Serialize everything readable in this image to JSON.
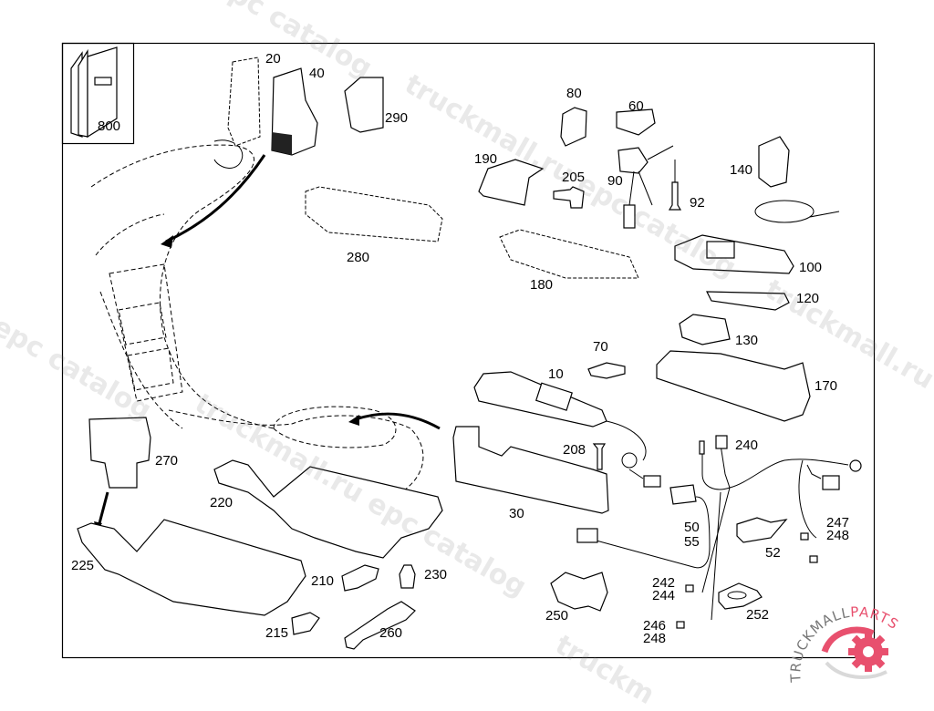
{
  "diagram": {
    "type": "exploded parts diagram",
    "subject": "Telephone / mobile phone installation components, center console",
    "inset": {
      "label": "800",
      "icon": "manual-book-icon"
    },
    "labels": [
      {
        "id": "20",
        "text": "20"
      },
      {
        "id": "40",
        "text": "40"
      },
      {
        "id": "290",
        "text": "290"
      },
      {
        "id": "280",
        "text": "280"
      },
      {
        "id": "80",
        "text": "80"
      },
      {
        "id": "60",
        "text": "60"
      },
      {
        "id": "190",
        "text": "190"
      },
      {
        "id": "205",
        "text": "205"
      },
      {
        "id": "90",
        "text": "90"
      },
      {
        "id": "92",
        "text": "92"
      },
      {
        "id": "140",
        "text": "140"
      },
      {
        "id": "180",
        "text": "180"
      },
      {
        "id": "100",
        "text": "100"
      },
      {
        "id": "120",
        "text": "120"
      },
      {
        "id": "130",
        "text": "130"
      },
      {
        "id": "70",
        "text": "70"
      },
      {
        "id": "10",
        "text": "10"
      },
      {
        "id": "170",
        "text": "170"
      },
      {
        "id": "208",
        "text": "208"
      },
      {
        "id": "240",
        "text": "240"
      },
      {
        "id": "30",
        "text": "30"
      },
      {
        "id": "50_55",
        "text": "50\n55"
      },
      {
        "id": "52",
        "text": "52"
      },
      {
        "id": "247_248",
        "text": "247\n248"
      },
      {
        "id": "270",
        "text": "270"
      },
      {
        "id": "220",
        "text": "220"
      },
      {
        "id": "225",
        "text": "225"
      },
      {
        "id": "210",
        "text": "210"
      },
      {
        "id": "230",
        "text": "230"
      },
      {
        "id": "215",
        "text": "215"
      },
      {
        "id": "260",
        "text": "260"
      },
      {
        "id": "242_244",
        "text": "242\n244"
      },
      {
        "id": "250",
        "text": "250"
      },
      {
        "id": "246_248",
        "text": "246\n248"
      },
      {
        "id": "252",
        "text": "252"
      }
    ]
  },
  "watermark": {
    "segments": [
      "epc catalog",
      "truckmall.ru epc catalog",
      "truckmall.ru epc catalog",
      "l epc catalog",
      "truckmall.ru e",
      "truckmall.ru epc catalog",
      "truckm"
    ]
  },
  "logo": {
    "text_dark": "TRUCKMALL",
    "text_accent": "PARTS",
    "accent_color": "#e8506e",
    "icon": "gear-logo-icon"
  }
}
